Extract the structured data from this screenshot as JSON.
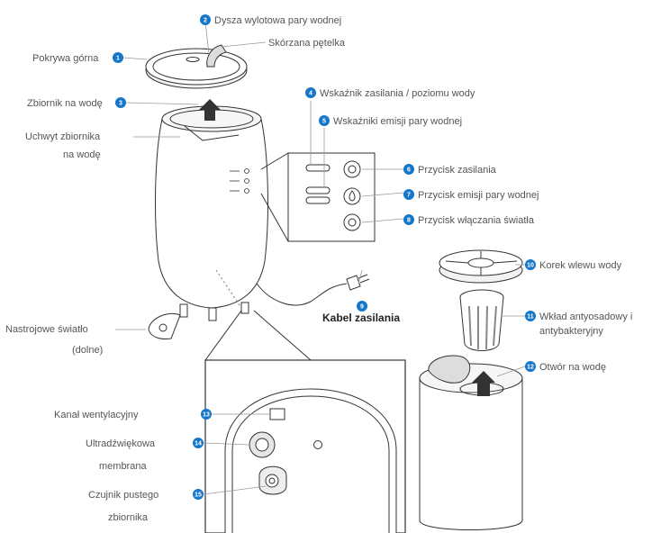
{
  "accent": "#1677c8",
  "labels": {
    "l1": {
      "num": "1",
      "text": "Pokrywa górna"
    },
    "l2": {
      "num": "2",
      "text": "Dysza wylotowa pary wodnej"
    },
    "skor": {
      "text": "Skórzana pętelka"
    },
    "l3": {
      "num": "3",
      "text": "Zbiornik na wodę"
    },
    "uchwyt": {
      "line1": "Uchwyt zbiornika",
      "line2": "na wodę"
    },
    "l4": {
      "num": "4",
      "text": "Wskaźnik zasilania / poziomu wody"
    },
    "l5": {
      "num": "5",
      "text": "Wskaźniki emisji pary wodnej"
    },
    "l6": {
      "num": "6",
      "text": "Przycisk zasilania"
    },
    "l7": {
      "num": "7",
      "text": "Przycisk emisji pary wodnej"
    },
    "l8": {
      "num": "8",
      "text": "Przycisk włączania światła"
    },
    "l9": {
      "num": "9",
      "text": "Kabel zasilania"
    },
    "l10": {
      "num": "10",
      "text": "Korek wlewu wody"
    },
    "l11": {
      "num": "11",
      "line1": "Wkład antyosadowy i",
      "line2": "antybakteryjny"
    },
    "l12": {
      "num": "12",
      "text": "Otwór na wodę"
    },
    "l13": {
      "num": "13",
      "text": "Kanał wentylacyjny"
    },
    "l14": {
      "num": "14",
      "line1": "Ultradźwiękowa",
      "line2": "membrana"
    },
    "l15": {
      "num": "15",
      "line1": "Czujnik pustego",
      "line2": "zbiornika"
    },
    "nastr": {
      "line1": "Nastrojowe światło",
      "line2": "(dolne)"
    }
  }
}
